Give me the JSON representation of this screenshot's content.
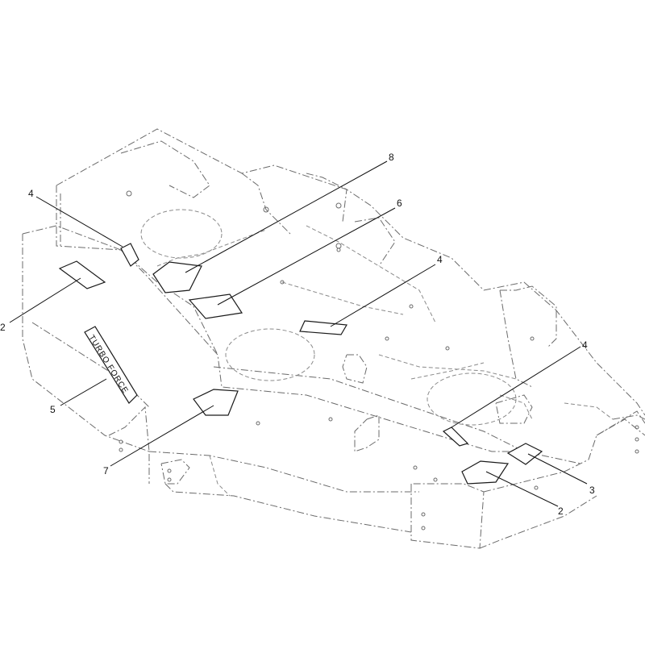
{
  "callouts": {
    "c4a": "4",
    "c8": "8",
    "c6": "6",
    "c4b": "4",
    "c4c": "4",
    "c2a": "2",
    "c5": "5",
    "c7": "7",
    "c3": "3",
    "c2b": "2"
  },
  "decal_text": {
    "brand_left": "TURBO",
    "brand_right": "FORCE"
  },
  "colors": {
    "line": "#6b6b6b",
    "ink": "#111111",
    "background": "#ffffff"
  }
}
